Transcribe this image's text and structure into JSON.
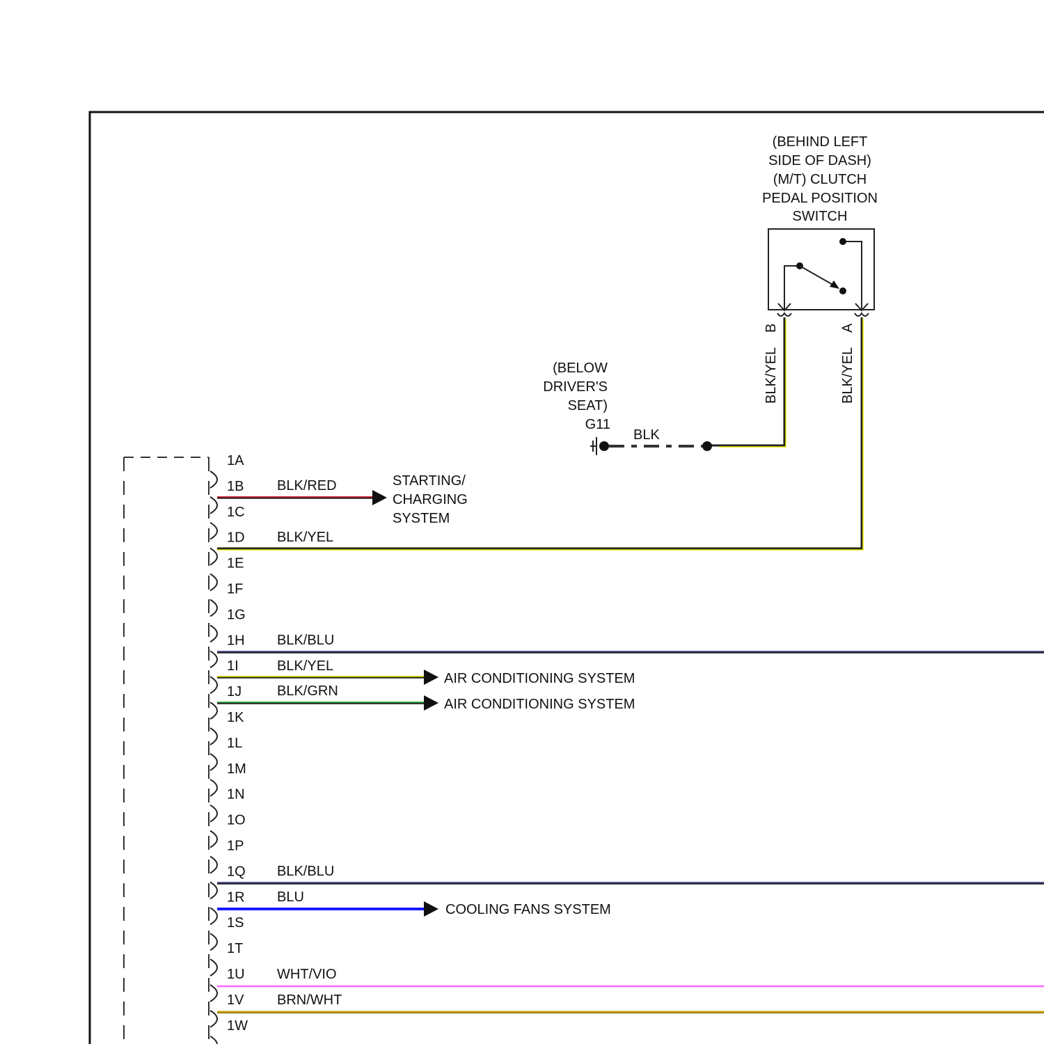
{
  "switch": {
    "label_lines": [
      "(BEHIND LEFT",
      "SIDE OF DASH)",
      "(M/T) CLUTCH",
      "PEDAL POSITION",
      "SWITCH"
    ],
    "pin_b": "B",
    "pin_a": "A",
    "wire_b_color_label": "BLK/YEL",
    "wire_a_color_label": "BLK/YEL"
  },
  "ground": {
    "label_lines": [
      "(BELOW",
      "DRIVER'S",
      "SEAT)",
      "G11"
    ],
    "wire_label": "BLK"
  },
  "connector": {
    "pins": [
      {
        "pin": "1A",
        "wire": "",
        "destination": ""
      },
      {
        "pin": "1B",
        "wire": "BLK/RED",
        "destination": "STARTING/ CHARGING SYSTEM",
        "destination_lines": [
          "STARTING/",
          "CHARGING",
          "SYSTEM"
        ]
      },
      {
        "pin": "1C",
        "wire": "",
        "destination": ""
      },
      {
        "pin": "1D",
        "wire": "BLK/YEL",
        "destination": ""
      },
      {
        "pin": "1E",
        "wire": "",
        "destination": ""
      },
      {
        "pin": "1F",
        "wire": "",
        "destination": ""
      },
      {
        "pin": "1G",
        "wire": "",
        "destination": ""
      },
      {
        "pin": "1H",
        "wire": "BLK/BLU",
        "destination": ""
      },
      {
        "pin": "1I",
        "wire": "BLK/YEL",
        "destination": "AIR CONDITIONING SYSTEM"
      },
      {
        "pin": "1J",
        "wire": "BLK/GRN",
        "destination": "AIR CONDITIONING SYSTEM"
      },
      {
        "pin": "1K",
        "wire": "",
        "destination": ""
      },
      {
        "pin": "1L",
        "wire": "",
        "destination": ""
      },
      {
        "pin": "1M",
        "wire": "",
        "destination": ""
      },
      {
        "pin": "1N",
        "wire": "",
        "destination": ""
      },
      {
        "pin": "1O",
        "wire": "",
        "destination": ""
      },
      {
        "pin": "1P",
        "wire": "",
        "destination": ""
      },
      {
        "pin": "1Q",
        "wire": "BLK/BLU",
        "destination": ""
      },
      {
        "pin": "1R",
        "wire": "BLU",
        "destination": "COOLING FANS SYSTEM"
      },
      {
        "pin": "1S",
        "wire": "",
        "destination": ""
      },
      {
        "pin": "1T",
        "wire": "",
        "destination": ""
      },
      {
        "pin": "1U",
        "wire": "WHT/VIO",
        "destination": ""
      },
      {
        "pin": "1V",
        "wire": "BRN/WHT",
        "destination": ""
      },
      {
        "pin": "1W",
        "wire": "",
        "destination": ""
      }
    ]
  },
  "wire_colors": {
    "BLK/RED": "#e0102a",
    "BLK/YEL": "#e6e600",
    "BLK/BLU": "#4a4aa0",
    "BLK/GRN": "#2fb02f",
    "BLU": "#1a1aff",
    "WHT/VIO": "#ff66ff",
    "BRN/WHT": "#c8a000",
    "BLK": "#222222"
  }
}
